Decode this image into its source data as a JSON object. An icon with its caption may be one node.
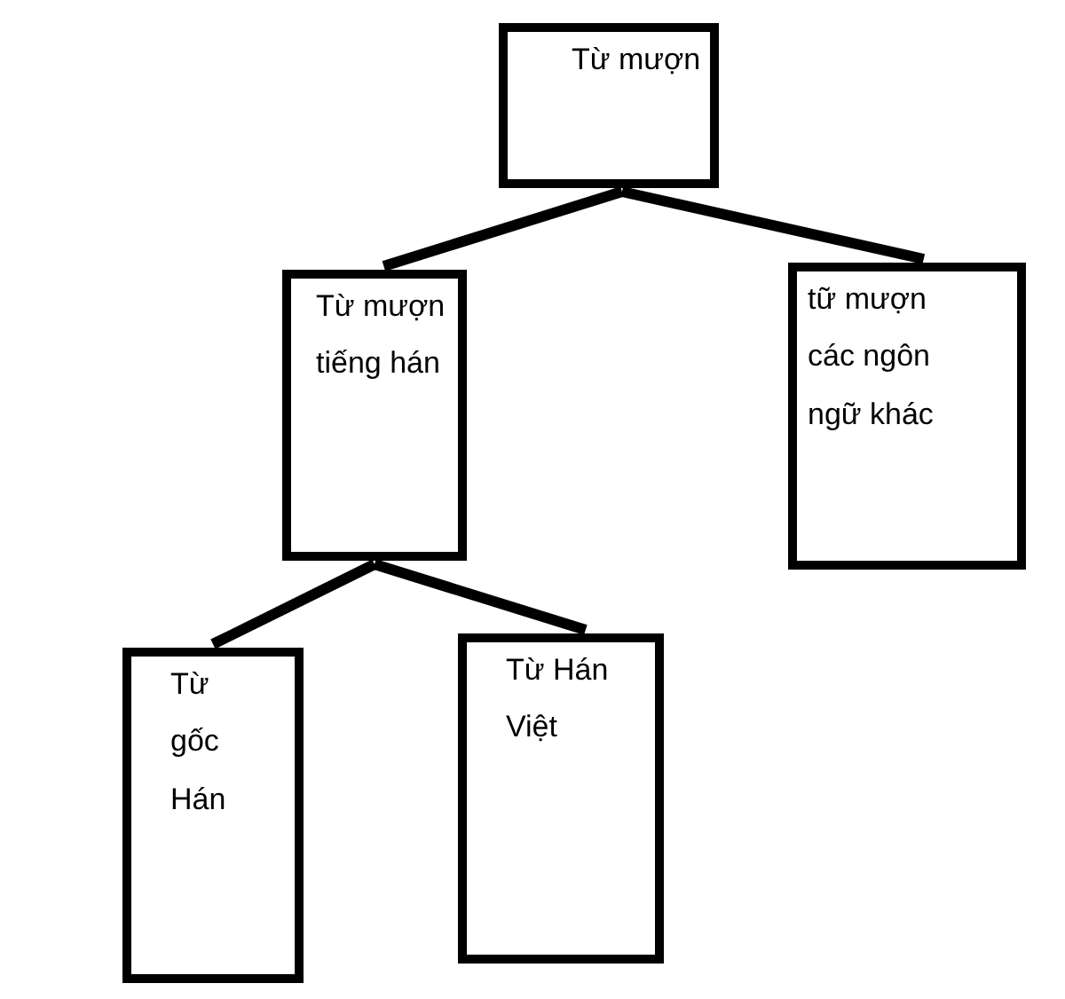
{
  "diagram": {
    "nodes": [
      {
        "text": [
          "Từ mượn"
        ]
      },
      {
        "text": [
          "Từ mượn tiếng hán"
        ]
      },
      {
        "text": [
          "tữ mượn các ngôn ngữ khác"
        ]
      },
      {
        "text": [
          "Từ gốc Hán"
        ]
      },
      {
        "text": [
          "Từ Hán Việt"
        ]
      }
    ],
    "edges": [
      {
        "from": 0,
        "to": 1,
        "arrow": "none"
      },
      {
        "from": 0,
        "to": 2,
        "arrow": "none"
      },
      {
        "from": 1,
        "to": 3,
        "arrow": "none"
      },
      {
        "from": 1,
        "to": 4,
        "arrow": "none"
      }
    ]
  }
}
